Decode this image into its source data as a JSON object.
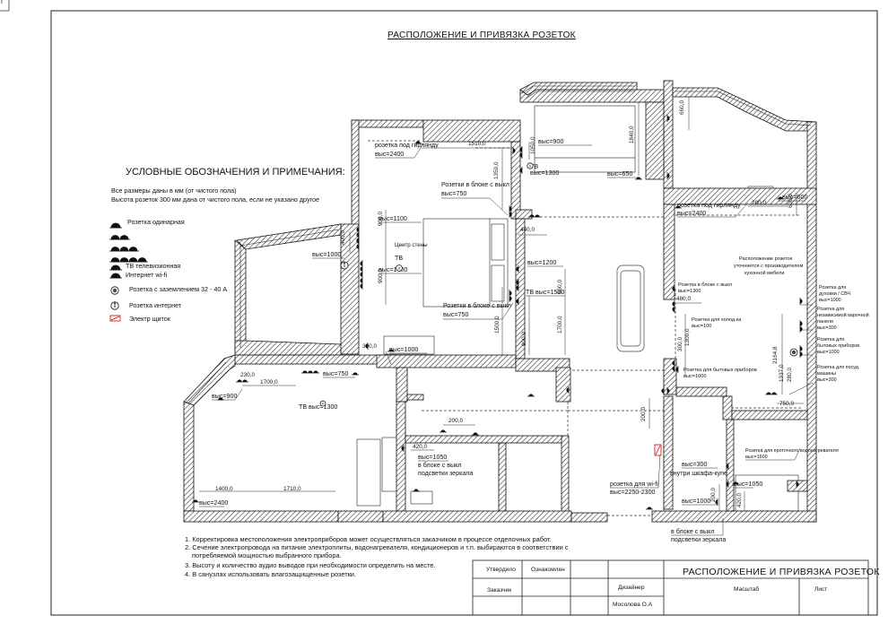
{
  "sheet": {
    "title": "РАСПОЛОЖЕНИЕ И ПРИВЯЗКА РОЗЕТОК",
    "corner_mark": "Г"
  },
  "legend": {
    "heading": "УСЛОВНЫЕ ОБОЗНАЧЕНИЯ И ПРИМЕЧАНИЯ:",
    "note1": "Все размеры даны в мм (от чистого пола)",
    "note2": "Высота розеток 300 мм дана от чистого пола, если не указано другое",
    "items": [
      {
        "icon": "single-socket-icon",
        "label": "Розетка одинарная"
      },
      {
        "icon": "double-socket-icon",
        "label": ""
      },
      {
        "icon": "triple-socket-icon",
        "label": ""
      },
      {
        "icon": "quad-socket-icon",
        "label": ""
      },
      {
        "icon": "tv-socket-icon",
        "label": "ТВ телевизионная"
      },
      {
        "icon": "internet-socket-icon",
        "label": "Интернет wi-fi"
      },
      {
        "icon": "grounded-socket-icon",
        "label": "Розетка с заземлением 32 - 40 А"
      },
      {
        "icon": "internet-outlet-icon",
        "label": "Розетка интернет"
      },
      {
        "icon": "electric-panel-icon",
        "label": "Электр щиток"
      }
    ]
  },
  "notes": [
    "1. Корректировка местоположения электроприборов может осуществляться заказчиком в процессе отделочных работ.",
    "2. Сечение электропровода на питание электроплиты, водонагревателя, кондиционеров и т.п. выбираются в соответствии с",
    "потребляемой мощностью выбранного прибора.",
    "3. Высоту и количество аудио выводов при необходимости определить на месте.",
    "4. В санузлах использовать влагозащищенные розетки."
  ],
  "stamp": {
    "approved": "Утвердило",
    "reviewed": "Ознакомлен",
    "customer": "Заказчик",
    "designer": "Дизайнер",
    "designer_name": "Мосолова О.А",
    "scale": "Масштаб",
    "sheet": "Лист",
    "title": "РАСПОЛОЖЕНИЕ И ПРИВЯЗКА РОЗЕТОК"
  },
  "plan_labels": [
    {
      "id": "garland-1",
      "text": "розетка под гирлянду"
    },
    {
      "id": "garland-1-h",
      "text": "выс=2400"
    },
    {
      "id": "block-750-a",
      "text": "Розетки в блоке с выкл"
    },
    {
      "id": "block-750-a-h",
      "text": "выс=750"
    },
    {
      "id": "h-900-tv",
      "text": "выс=900"
    },
    {
      "id": "tv-1300-a",
      "text": "ТВ"
    },
    {
      "id": "tv-1300-a-h",
      "text": "выс=1300"
    },
    {
      "id": "h-650",
      "text": "выс=650"
    },
    {
      "id": "h-1100",
      "text": "выс=1100"
    },
    {
      "id": "wall-center",
      "text": "Центр стены"
    },
    {
      "id": "tv-1400",
      "text": "ТВ"
    },
    {
      "id": "tv-1400-h",
      "text": "выс=1400"
    },
    {
      "id": "h-1000-left",
      "text": "выс=1000"
    },
    {
      "id": "block-750-b",
      "text": "Розетки в блоке с выкл"
    },
    {
      "id": "block-750-b-h",
      "text": "выс=750"
    },
    {
      "id": "h-1000-bed",
      "text": "выс=1000"
    },
    {
      "id": "h-1200",
      "text": "выс=1200"
    },
    {
      "id": "tv-1500",
      "text": "ТВ выс=1500"
    },
    {
      "id": "garland-2",
      "text": "розетка под гирлянду"
    },
    {
      "id": "garland-2-h",
      "text": "выс=2400"
    },
    {
      "id": "h-600",
      "text": "выс=600"
    },
    {
      "id": "kitchen-note-1",
      "text": "Расположение розеток"
    },
    {
      "id": "kitchen-note-2",
      "text": "уточняется с производителем"
    },
    {
      "id": "kitchen-note-3",
      "text": "кухонной мебели"
    },
    {
      "id": "block-1300-a",
      "text": "Розетка в блоке с выкл"
    },
    {
      "id": "block-1300-b",
      "text": "выс=1300"
    },
    {
      "id": "fridge-1",
      "text": "Розетка для холод.ка"
    },
    {
      "id": "fridge-2",
      "text": "выс=100"
    },
    {
      "id": "appl-1",
      "text": "Розетка для бытовых приборов"
    },
    {
      "id": "appl-2",
      "text": "выс=1000"
    },
    {
      "id": "oven-1",
      "text": "Розетка для"
    },
    {
      "id": "oven-2",
      "text": "духовки / СВЧ"
    },
    {
      "id": "oven-3",
      "text": "выс=1000"
    },
    {
      "id": "hob-1",
      "text": "Розетка для"
    },
    {
      "id": "hob-2",
      "text": "независимой варочной"
    },
    {
      "id": "hob-3",
      "text": "панели"
    },
    {
      "id": "hob-4",
      "text": "выс=300"
    },
    {
      "id": "kapp-1",
      "text": "Розетка для"
    },
    {
      "id": "kapp-2",
      "text": "бытовых приборов"
    },
    {
      "id": "kapp-3",
      "text": "выс=1000"
    },
    {
      "id": "dish-1",
      "text": "Розетка для посуд."
    },
    {
      "id": "dish-2",
      "text": "машины"
    },
    {
      "id": "dish-3",
      "text": "выс=300"
    },
    {
      "id": "h-750-hall",
      "text": "выс=750"
    },
    {
      "id": "tv-1300-b",
      "text": "ТВ выс=1300"
    },
    {
      "id": "h-900-hall",
      "text": "выс=900"
    },
    {
      "id": "mirror-1",
      "text": "выс=1050"
    },
    {
      "id": "mirror-2",
      "text": "в блоке с выкл"
    },
    {
      "id": "mirror-3",
      "text": "подсветки зеркала"
    },
    {
      "id": "h-2400-bottom",
      "text": "выс=2400"
    },
    {
      "id": "wifi-1",
      "text": "розетка для wi-fi"
    },
    {
      "id": "wifi-2",
      "text": "выс=2250-2300"
    },
    {
      "id": "wardrobe-1",
      "text": "выс=300"
    },
    {
      "id": "wardrobe-2",
      "text": "внутри шкафа-купе"
    },
    {
      "id": "h-1000-hall",
      "text": "выс=1000"
    },
    {
      "id": "h-1050-bath",
      "text": "выс=1050"
    },
    {
      "id": "boiler-1",
      "text": "Розетка для проточного водонагревателя"
    },
    {
      "id": "boiler-2",
      "text": "выс=1600"
    },
    {
      "id": "bath-mirror-1",
      "text": "в блоке с выкл"
    },
    {
      "id": "bath-mirror-2",
      "text": "подсветки зеркала"
    }
  ],
  "dimensions": [
    {
      "id": "d1510",
      "text": "1510,0"
    },
    {
      "id": "d1350",
      "text": "1350,0"
    },
    {
      "id": "d1050",
      "text": "1050,0"
    },
    {
      "id": "d1840",
      "text": "1840,0"
    },
    {
      "id": "d660",
      "text": "660,0"
    },
    {
      "id": "d900a",
      "text": "900,0"
    },
    {
      "id": "d900b",
      "text": "900,0"
    },
    {
      "id": "d400",
      "text": "400,0"
    },
    {
      "id": "d440",
      "text": "440,0"
    },
    {
      "id": "d500",
      "text": "500,0"
    },
    {
      "id": "d1700v",
      "text": "1700,0"
    },
    {
      "id": "d1500",
      "text": "1500,0"
    },
    {
      "id": "d900c",
      "text": "900,0"
    },
    {
      "id": "d280a",
      "text": "280,0"
    },
    {
      "id": "d600",
      "text": "600,0"
    },
    {
      "id": "d480",
      "text": "480,0"
    },
    {
      "id": "d300",
      "text": "300,0"
    },
    {
      "id": "d1300",
      "text": "1300,0"
    },
    {
      "id": "d2164",
      "text": "2164,8"
    },
    {
      "id": "d1337",
      "text": "1337,0"
    },
    {
      "id": "d280b",
      "text": "280,0"
    },
    {
      "id": "d750",
      "text": "750,0"
    },
    {
      "id": "d1700h",
      "text": "1700,0"
    },
    {
      "id": "d200a",
      "text": "200,0"
    },
    {
      "id": "d420a",
      "text": "420,0"
    },
    {
      "id": "d200b",
      "text": "200,0"
    },
    {
      "id": "d1400",
      "text": "1400,0"
    },
    {
      "id": "d1710",
      "text": "1710,0"
    },
    {
      "id": "d200c",
      "text": "200,0"
    },
    {
      "id": "d420b",
      "text": "420,0"
    },
    {
      "id": "d300b",
      "text": "300,0"
    },
    {
      "id": "d230",
      "text": "230,0"
    }
  ]
}
